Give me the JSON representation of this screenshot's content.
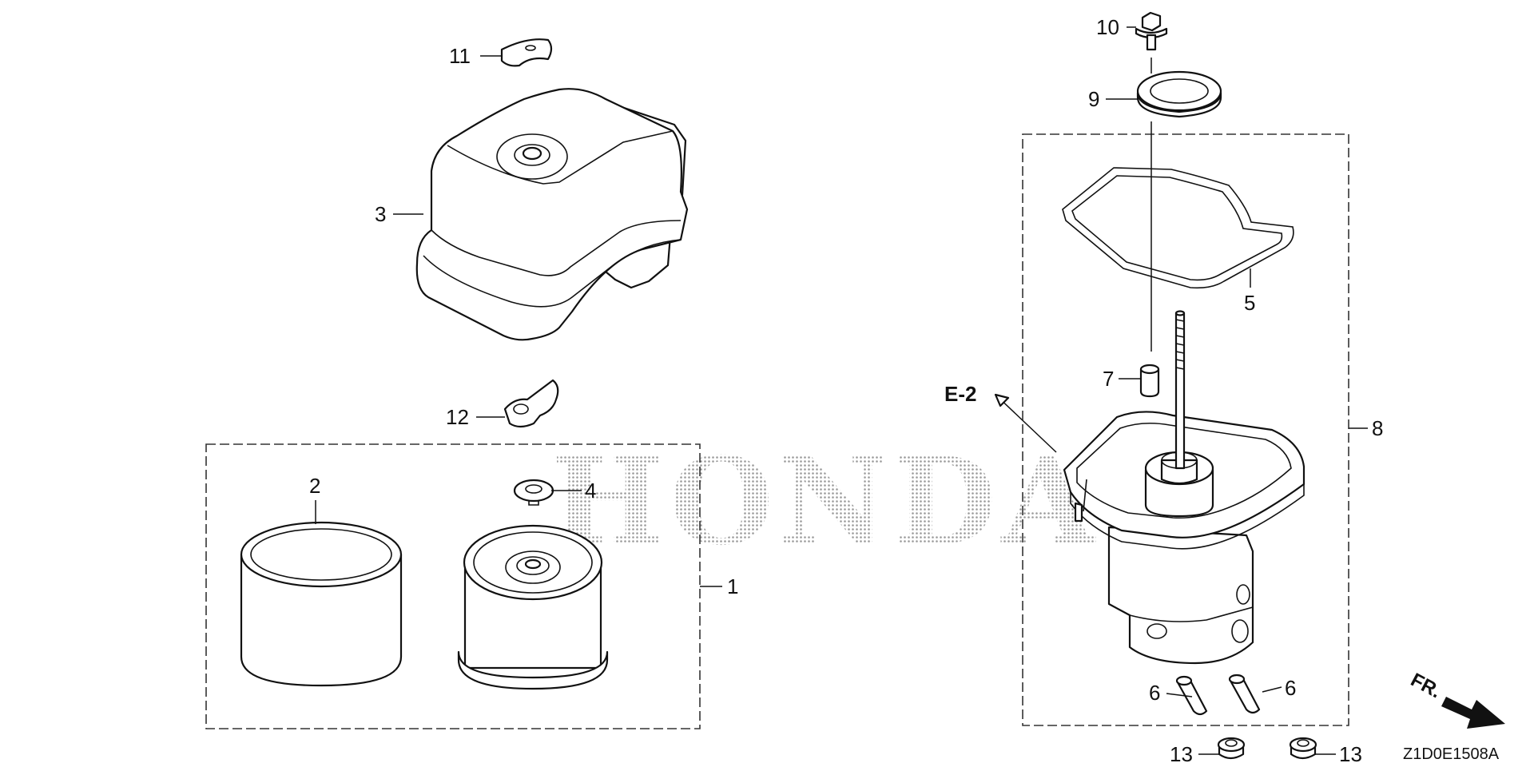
{
  "watermark": "HONDA",
  "callouts": {
    "c1": "1",
    "c2": "2",
    "c3": "3",
    "c4": "4",
    "c5": "5",
    "c6a": "6",
    "c6b": "6",
    "c7": "7",
    "c8": "8",
    "c9": "9",
    "c10": "10",
    "c11": "11",
    "c12": "12",
    "c13a": "13",
    "c13b": "13"
  },
  "reference_tag": "E-2",
  "direction_label": "FR.",
  "diagram_code": "Z1D0E1508A"
}
